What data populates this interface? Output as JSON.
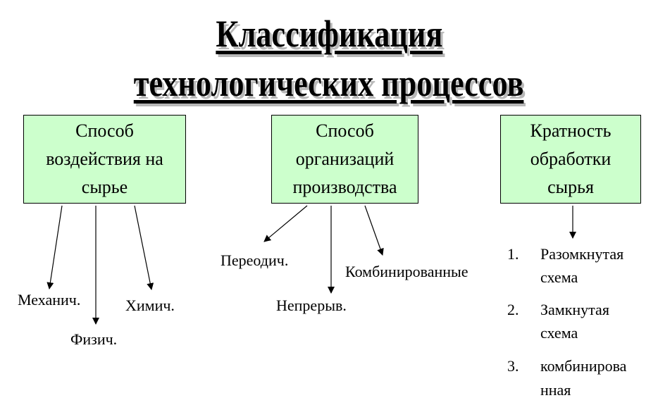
{
  "title": {
    "line1": "Классификация",
    "line2": "технологических процессов"
  },
  "boxes": [
    {
      "text": "Способ воздействия на сырье"
    },
    {
      "text": "Способ организаций производства"
    },
    {
      "text": "Кратность обработки сырья"
    }
  ],
  "impact_types": [
    "Механич.",
    "Физич.",
    "Химич."
  ],
  "organization_types": [
    "Переодич.",
    "Непрерыв.",
    "Комбинированные"
  ],
  "multiplicity_list": [
    {
      "num": "1.",
      "line1": "Разомкнутая",
      "line2": "схема"
    },
    {
      "num": "2.",
      "line1": "Замкнутая",
      "line2": "схема"
    },
    {
      "num": "3.",
      "line1": "комбинирова",
      "line2": "нная"
    }
  ]
}
